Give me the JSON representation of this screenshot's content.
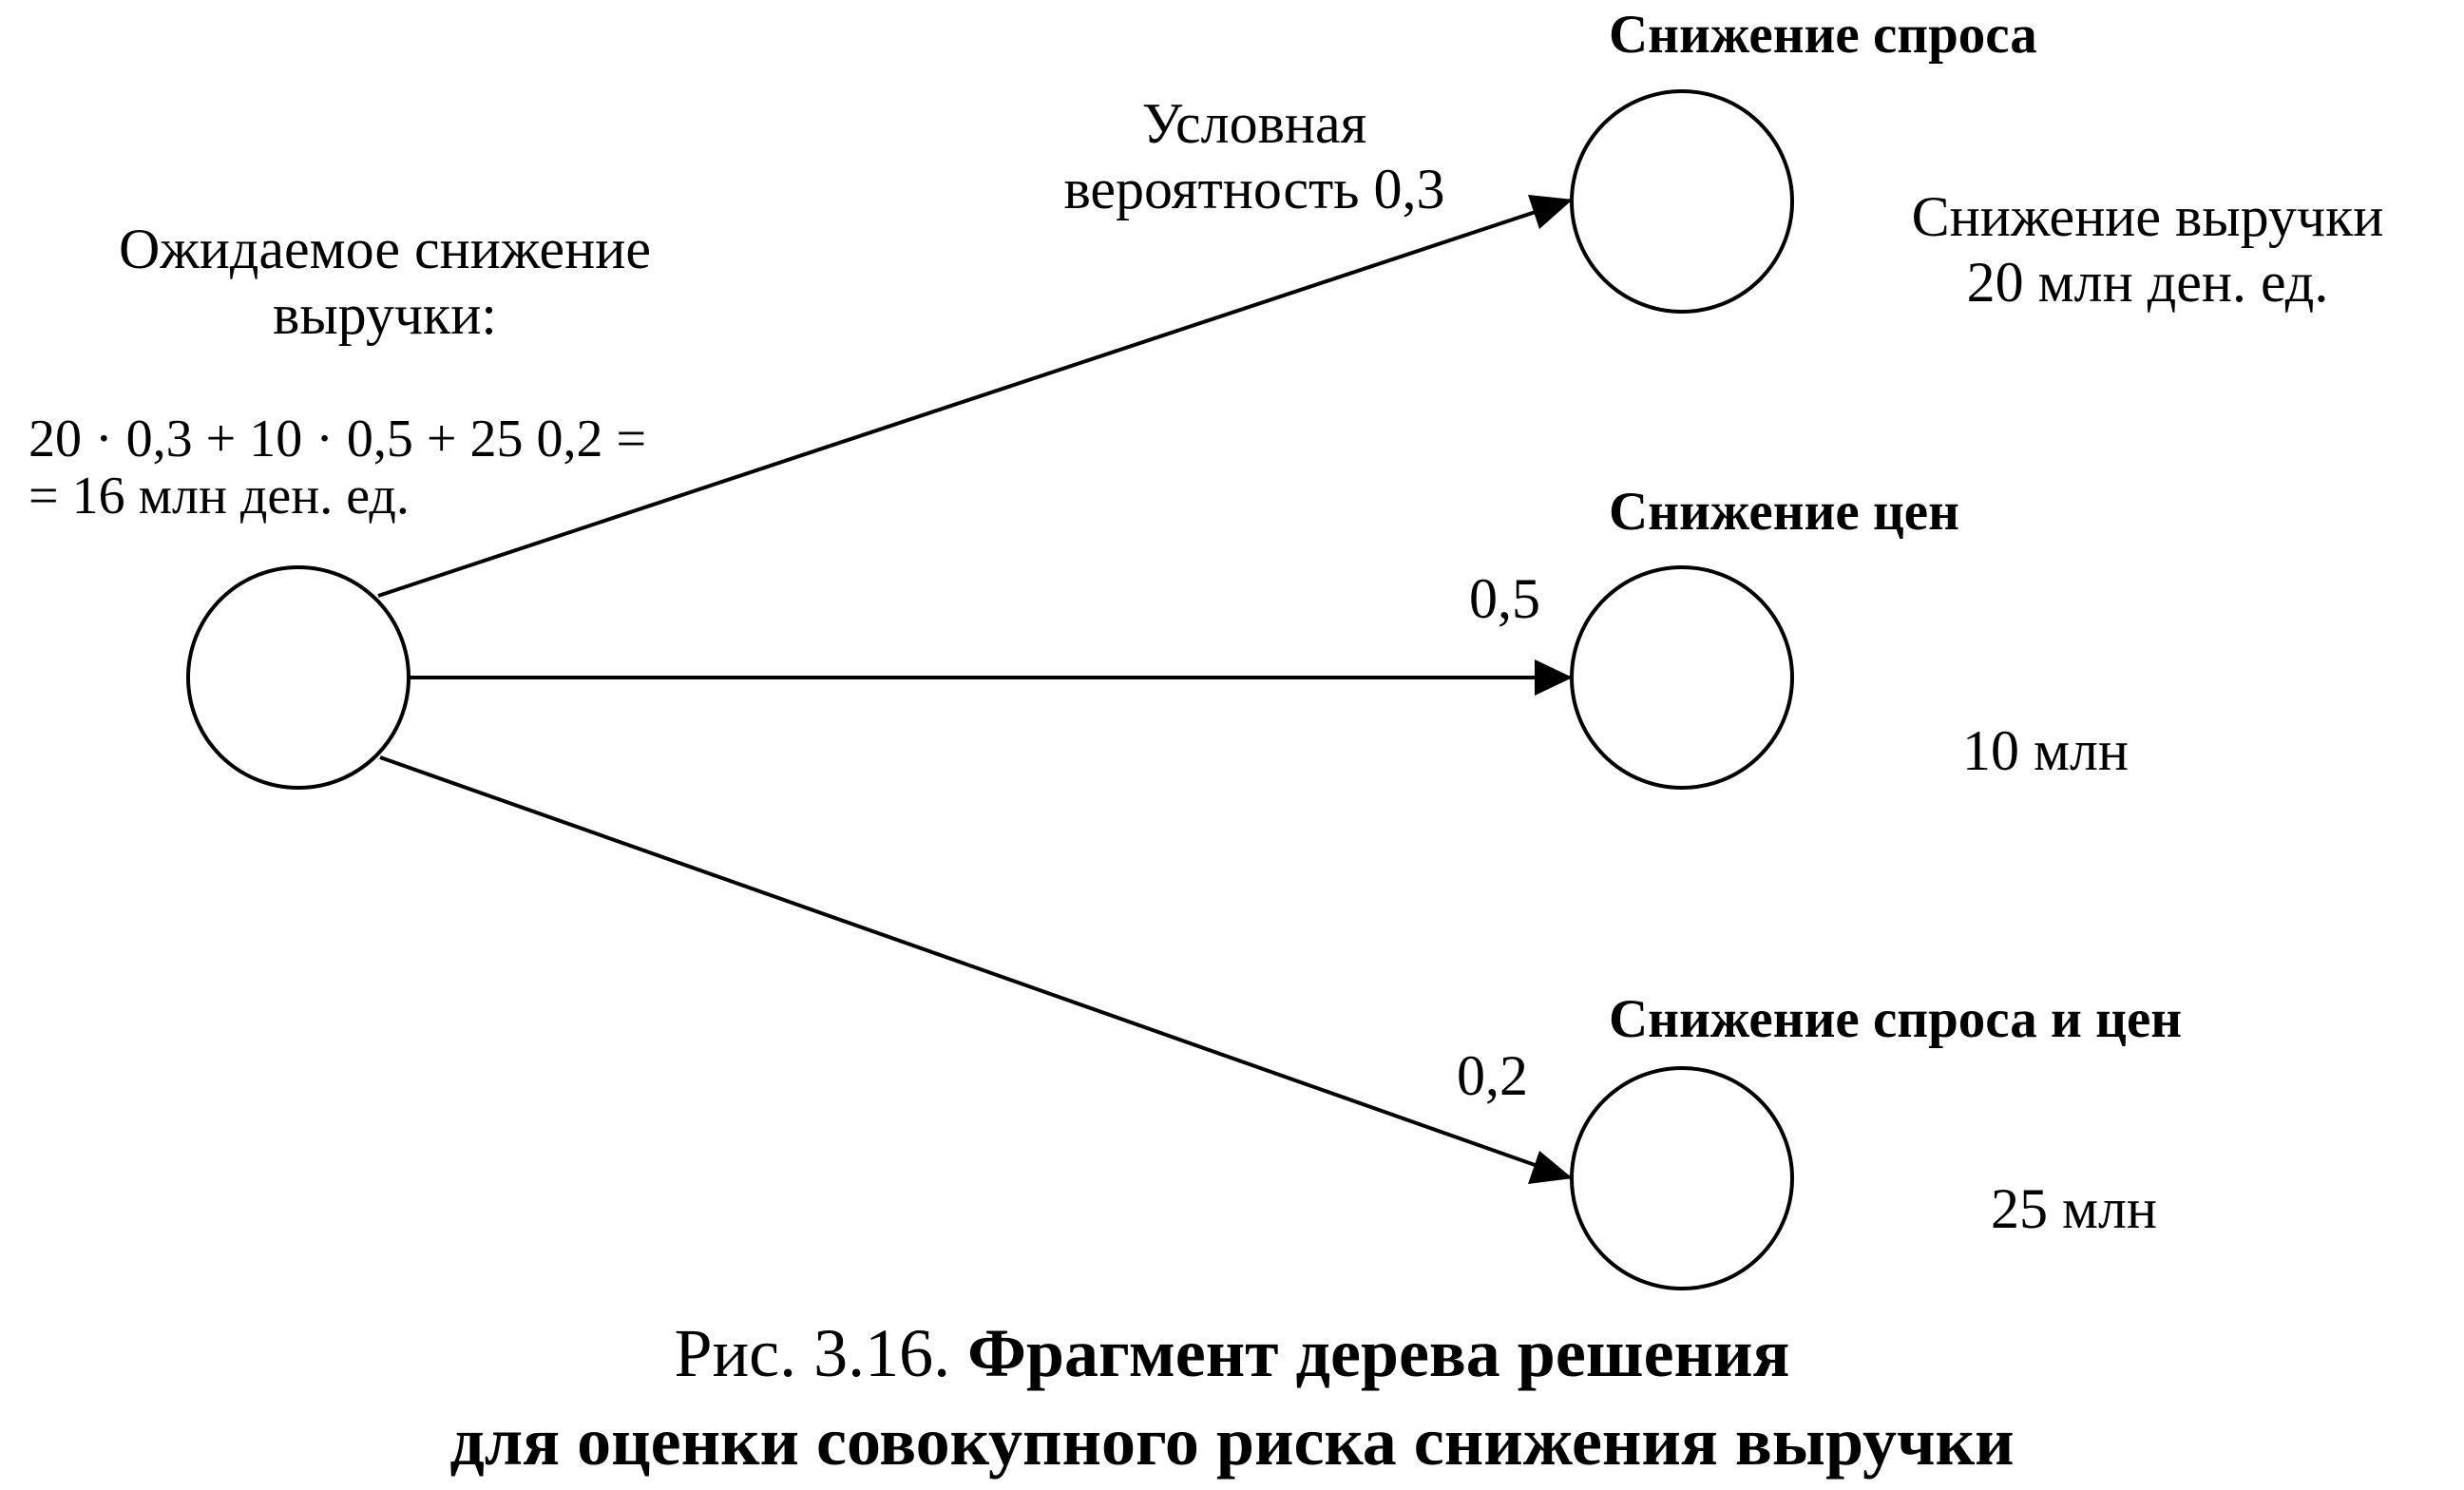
{
  "root": {
    "label_line1": "Ожидаемое снижение",
    "label_line2": "выручки:",
    "formula_line1": "20 · 0,3 + 10 · 0,5 + 25  0,2 =",
    "formula_line2": "= 16 млн ден. ед."
  },
  "branches": [
    {
      "title": "Снижение спроса",
      "prob_line1": "Условная",
      "prob_line2": "вероятность 0,3",
      "outcome_line1": "Снижение выручки",
      "outcome_line2": "20 млн ден. ед."
    },
    {
      "title": "Снижение цен",
      "prob": "0,5",
      "outcome": "10 млн"
    },
    {
      "title": "Снижение спроса и цен",
      "prob": "0,2",
      "outcome": "25 млн"
    }
  ],
  "caption": {
    "prefix": "Рис. 3.16.",
    "title_line1": "Фрагмент дерева решения",
    "title_line2": "для оценки совокупного риска снижения выручки"
  }
}
